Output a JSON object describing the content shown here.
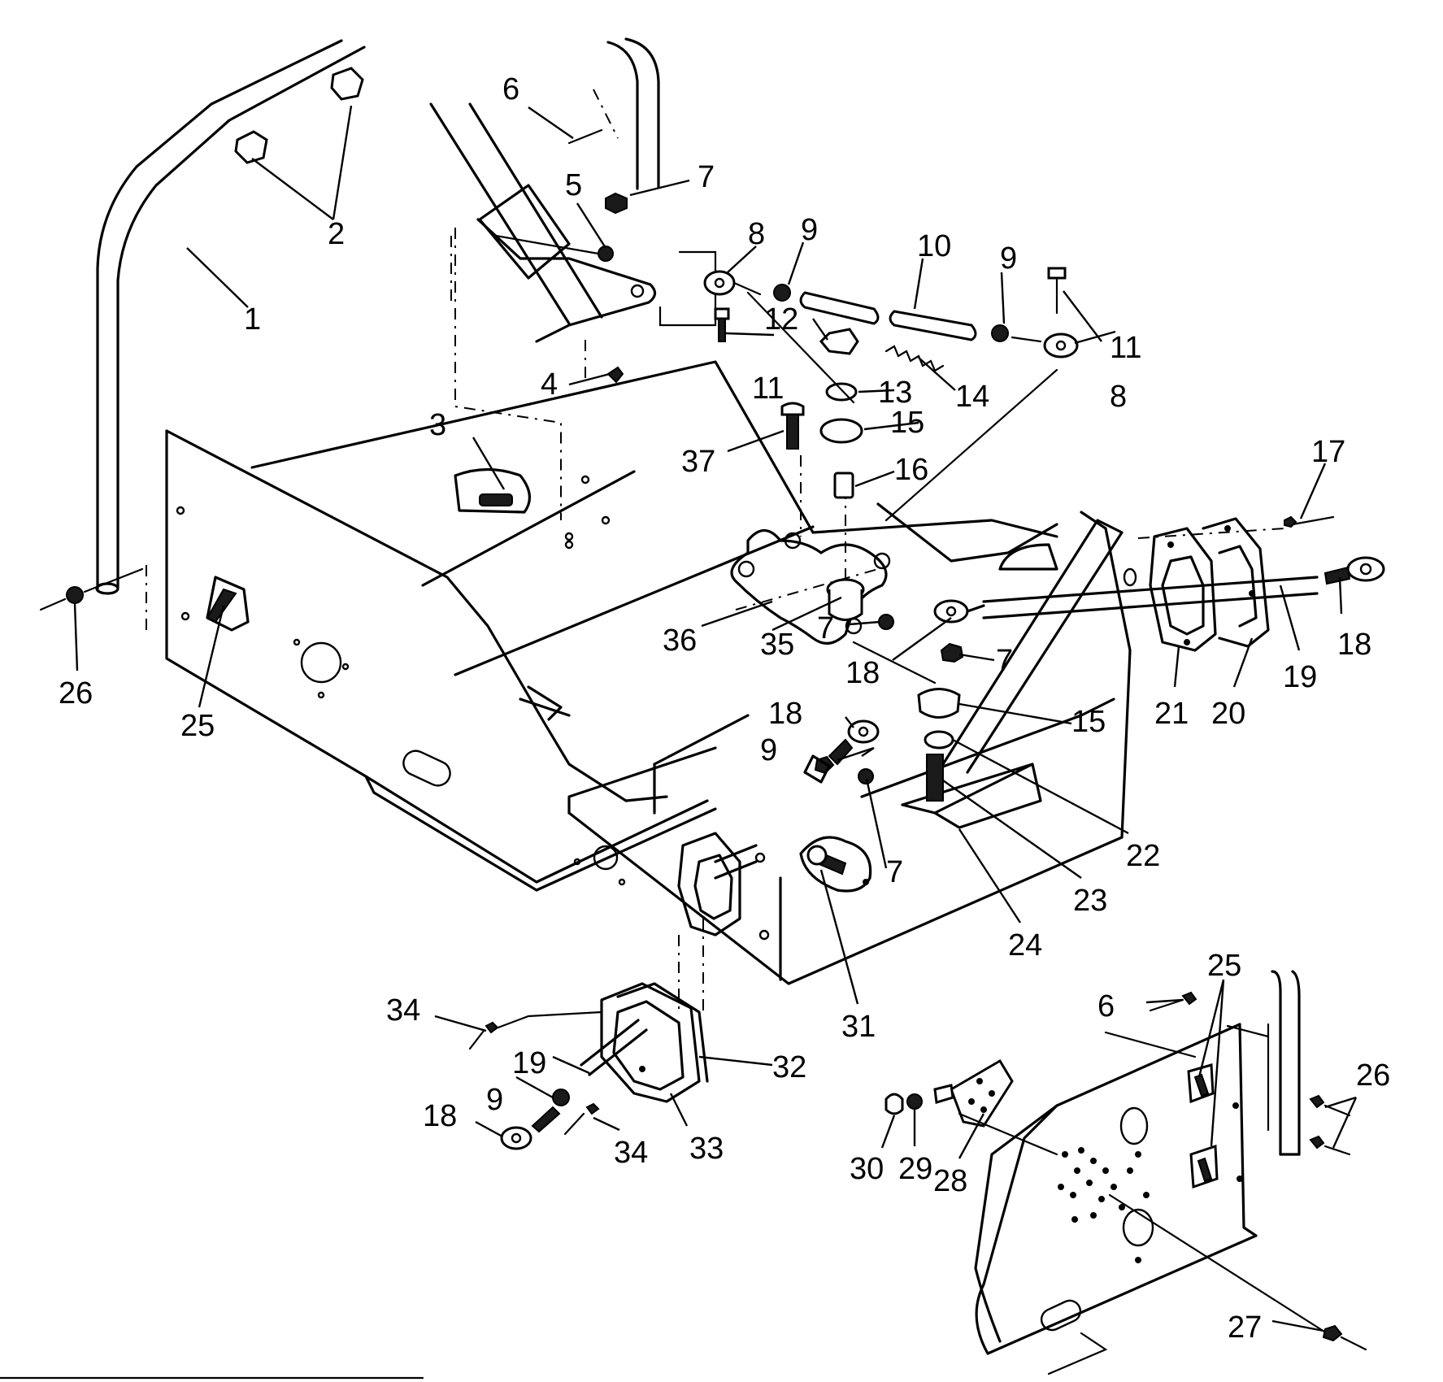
{
  "callouts": [
    {
      "id": "c1",
      "label": "1"
    },
    {
      "id": "c2",
      "label": "2"
    },
    {
      "id": "c3",
      "label": "3"
    },
    {
      "id": "c4",
      "label": "4"
    },
    {
      "id": "c5",
      "label": "5"
    },
    {
      "id": "c6a",
      "label": "6"
    },
    {
      "id": "c6b",
      "label": "6"
    },
    {
      "id": "c7a",
      "label": "7"
    },
    {
      "id": "c7b",
      "label": "7"
    },
    {
      "id": "c7c",
      "label": "7"
    },
    {
      "id": "c7d",
      "label": "7"
    },
    {
      "id": "c8a",
      "label": "8"
    },
    {
      "id": "c8b",
      "label": "8"
    },
    {
      "id": "c9a",
      "label": "9"
    },
    {
      "id": "c9b",
      "label": "9"
    },
    {
      "id": "c9c",
      "label": "9"
    },
    {
      "id": "c9d",
      "label": "9"
    },
    {
      "id": "c10",
      "label": "10"
    },
    {
      "id": "c11a",
      "label": "11"
    },
    {
      "id": "c11b",
      "label": "11"
    },
    {
      "id": "c12",
      "label": "12"
    },
    {
      "id": "c13",
      "label": "13"
    },
    {
      "id": "c14",
      "label": "14"
    },
    {
      "id": "c15a",
      "label": "15"
    },
    {
      "id": "c15b",
      "label": "15"
    },
    {
      "id": "c16",
      "label": "16"
    },
    {
      "id": "c17",
      "label": "17"
    },
    {
      "id": "c18a",
      "label": "18"
    },
    {
      "id": "c18b",
      "label": "18"
    },
    {
      "id": "c18c",
      "label": "18"
    },
    {
      "id": "c18d",
      "label": "18"
    },
    {
      "id": "c19a",
      "label": "19"
    },
    {
      "id": "c19b",
      "label": "19"
    },
    {
      "id": "c20",
      "label": "20"
    },
    {
      "id": "c21",
      "label": "21"
    },
    {
      "id": "c22",
      "label": "22"
    },
    {
      "id": "c23",
      "label": "23"
    },
    {
      "id": "c24",
      "label": "24"
    },
    {
      "id": "c25a",
      "label": "25"
    },
    {
      "id": "c25b",
      "label": "25"
    },
    {
      "id": "c26a",
      "label": "26"
    },
    {
      "id": "c26b",
      "label": "26"
    },
    {
      "id": "c27",
      "label": "27"
    },
    {
      "id": "c28",
      "label": "28"
    },
    {
      "id": "c29",
      "label": "29"
    },
    {
      "id": "c30",
      "label": "30"
    },
    {
      "id": "c31",
      "label": "31"
    },
    {
      "id": "c32",
      "label": "32"
    },
    {
      "id": "c33",
      "label": "33"
    },
    {
      "id": "c34a",
      "label": "34"
    },
    {
      "id": "c34b",
      "label": "34"
    },
    {
      "id": "c35",
      "label": "35"
    },
    {
      "id": "c36",
      "label": "36"
    },
    {
      "id": "c37",
      "label": "37"
    }
  ]
}
